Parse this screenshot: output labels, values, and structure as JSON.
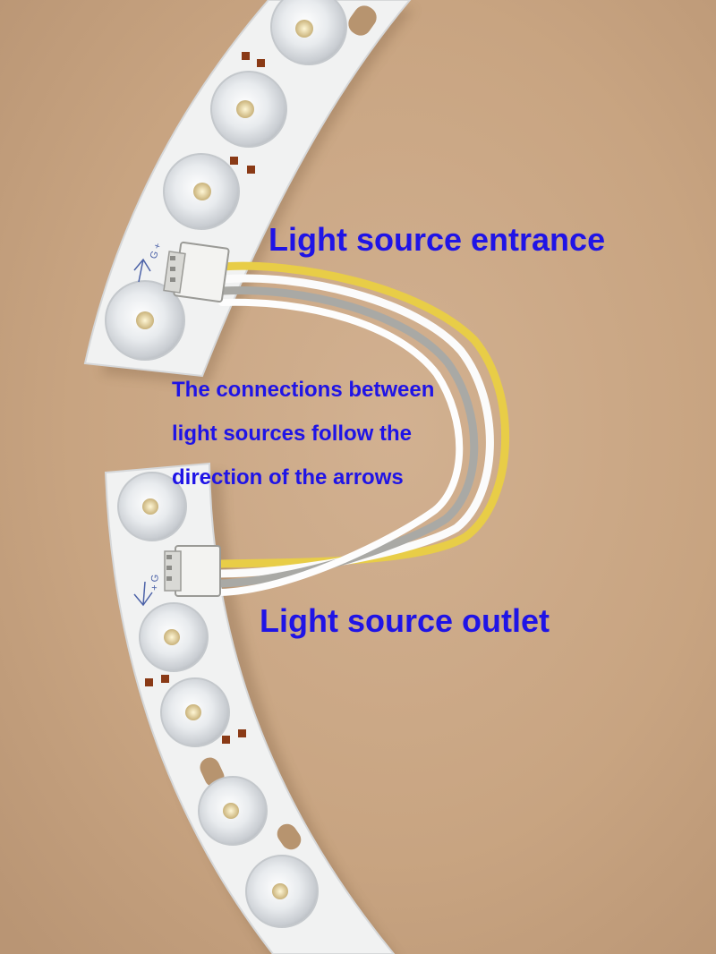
{
  "annotations": {
    "entrance": "Light source entrance",
    "outlet": "Light source outlet",
    "note_lines": [
      "The connections between",
      "light sources follow the",
      "direction of the arrows"
    ]
  },
  "colors": {
    "background": "#c9a684",
    "board": "#f1f2f2",
    "label_text": "#1f14e6",
    "wire_yellow": "#ecd24e",
    "wire_white": "#fbfbfb",
    "wire_gray": "#a9a9a5",
    "solder_pad": "#8a3a16"
  },
  "board_markings": {
    "entrance_connector": "G  +",
    "outlet_connector": "+  G"
  },
  "icons": [
    "led-lens",
    "connector",
    "wire-harness",
    "arrow-mark"
  ]
}
